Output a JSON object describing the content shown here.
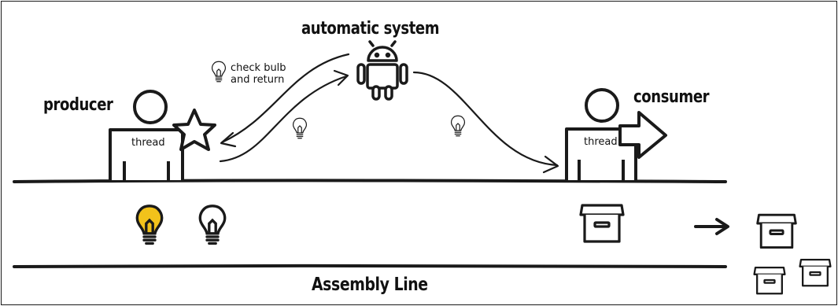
{
  "diagram": {
    "title": "automatic system",
    "producer_label": "producer",
    "consumer_label": "consumer",
    "thread_label_producer": "thread",
    "thread_label_consumer": "thread",
    "note_line1": "check bulb",
    "note_line2": "and return",
    "assembly_label": "Assembly Line",
    "colors": {
      "ink": "#1a1a1a",
      "lit_bulb": "#f2c21b",
      "background": "#ffffff"
    },
    "icons": [
      "android-robot-icon",
      "person-icon",
      "star-icon",
      "arrow-right-icon",
      "lightbulb-icon",
      "box-icon"
    ]
  }
}
